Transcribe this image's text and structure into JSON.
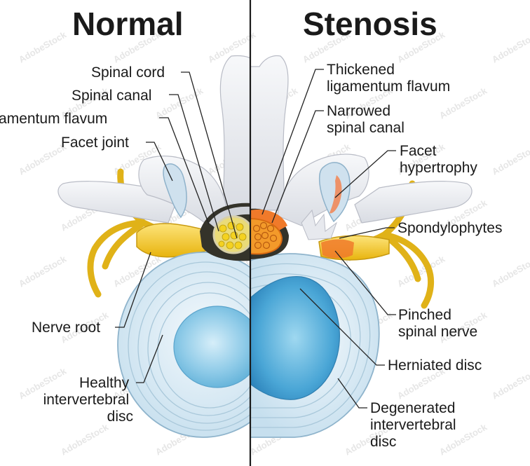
{
  "titles": {
    "left": "Normal",
    "right": "Stenosis"
  },
  "labels": {
    "spinal_cord": "Spinal cord",
    "spinal_canal": "Spinal canal",
    "ligamentum_flavum": "Ligamentum flavum",
    "facet_joint": "Facet joint",
    "nerve_root": "Nerve root",
    "healthy_disc": [
      "Healthy",
      "intervertebral",
      "disc"
    ],
    "thickened_lf": [
      "Thickened",
      "ligamentum flavum"
    ],
    "narrowed_canal": [
      "Narrowed",
      "spinal canal"
    ],
    "facet_hypertrophy": [
      "Facet",
      "hypertrophy"
    ],
    "spondylophytes": "Spondylophytes",
    "pinched_nerve": [
      "Pinched",
      "spinal nerve"
    ],
    "herniated_disc": "Herniated disc",
    "degenerated_disc": [
      "Degenerated",
      "intervertebral",
      "disc"
    ]
  },
  "watermark": "AdobeStock",
  "colors": {
    "bone": "#eef0f4",
    "bone_shadow": "#c9ccd4",
    "disc_outer": "#d8eaf4",
    "disc_ring": "#9fc3d8",
    "nucleus": "#7fc3e6",
    "nerve": "#f2c81e",
    "cord": "#e8d24a",
    "dark_canal": "#3a3a2a",
    "inflamed": "#f07a2a"
  }
}
